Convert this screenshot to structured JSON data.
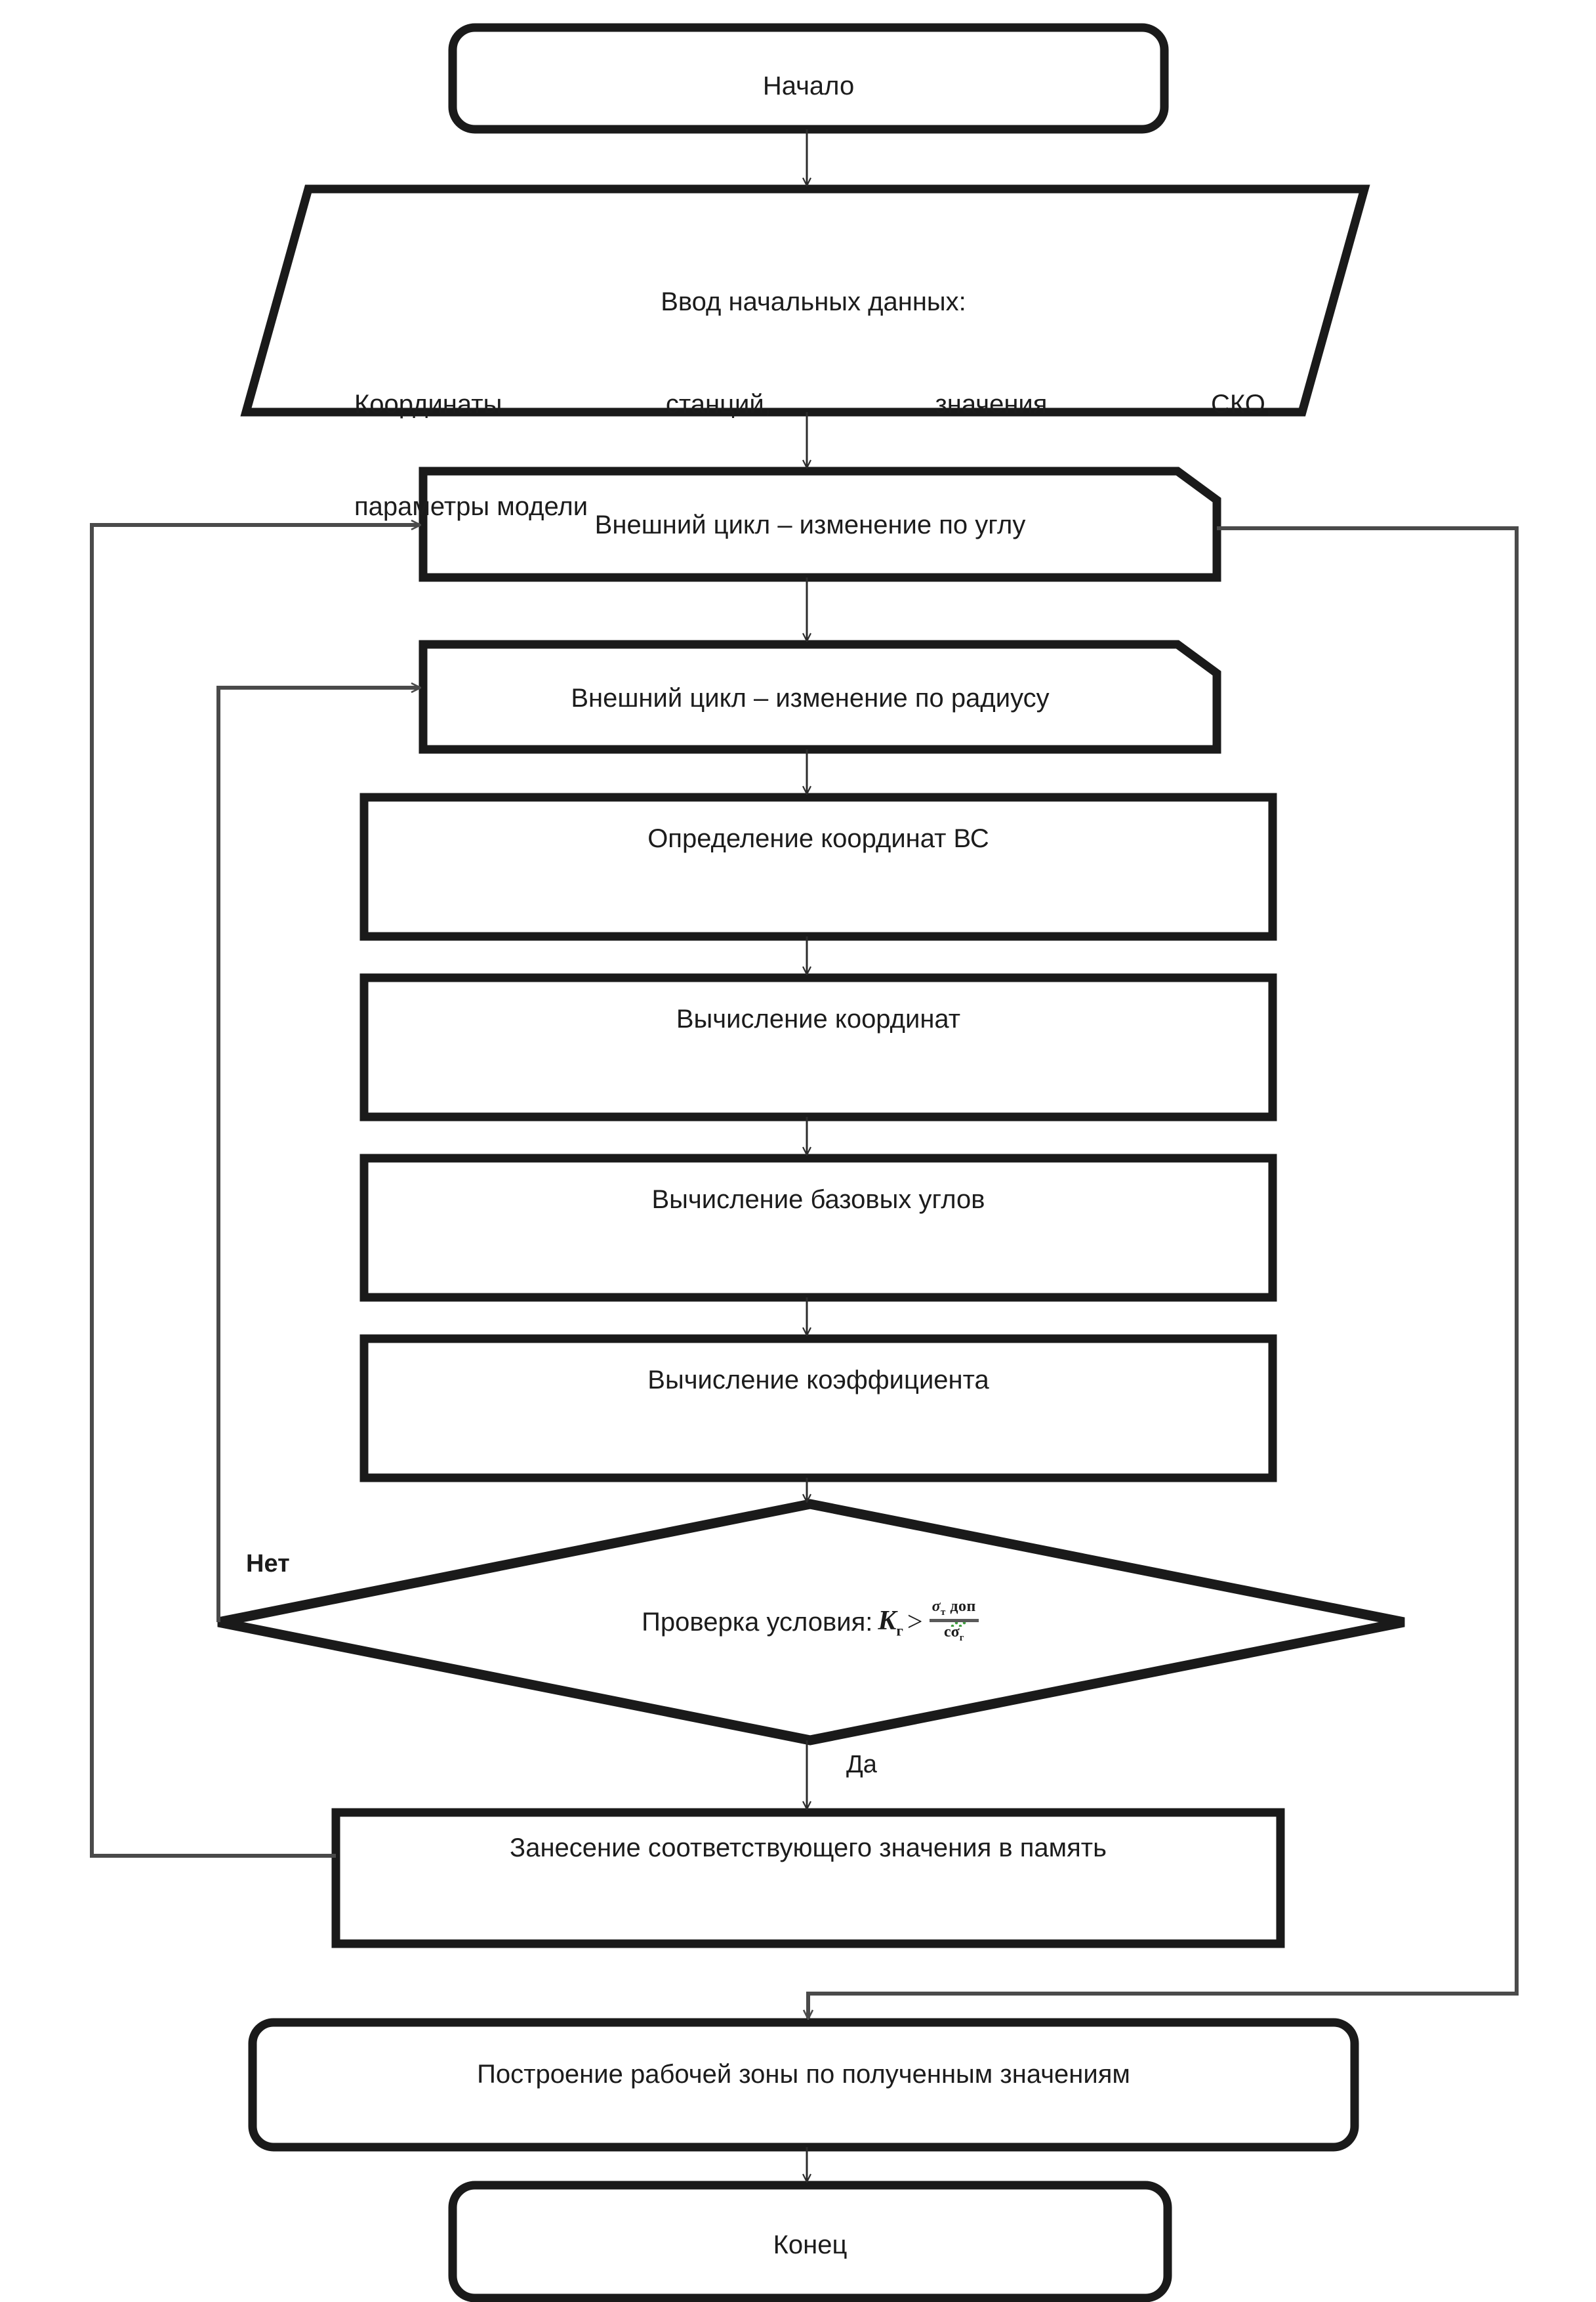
{
  "diagram": {
    "type": "flowchart",
    "language": "ru",
    "orientation": "top-to-bottom",
    "colors": {
      "shape_stroke": "#1a1a1a",
      "shape_fill": "#ffffff",
      "connector_stroke": "#4a4a4a",
      "text": "#1c1c1c",
      "spellcheck_underline": "#3f9e3f"
    }
  },
  "nodes": {
    "start": {
      "shape": "terminator",
      "label": "Начало"
    },
    "input": {
      "shape": "parallelogram",
      "line1": "Ввод начальных данных:",
      "line2": "Координаты станций, значения СКО,",
      "line3": "параметры модели"
    },
    "loop_angle": {
      "shape": "preparation",
      "label": "Внешний цикл – изменение по углу"
    },
    "loop_radius": {
      "shape": "preparation",
      "label": "Внешний цикл – изменение по радиусу"
    },
    "define_coords": {
      "shape": "process",
      "label": "Определение координат ВС"
    },
    "calc_coords": {
      "shape": "process",
      "label": "Вычисление координат"
    },
    "calc_base_angles": {
      "shape": "process",
      "label": "Вычисление базовых углов"
    },
    "calc_coefficient": {
      "shape": "process",
      "label": "Вычисление коэффициента"
    },
    "condition": {
      "shape": "decision",
      "prefix": "Проверка условия:",
      "lhs": "K",
      "lhs_sub": "г",
      "operator": ">",
      "numerator_sym": "σ",
      "numerator_sub": "т",
      "numerator_rest": " доп",
      "denominator_pre": "cσ",
      "denominator_sub": "г"
    },
    "store": {
      "shape": "process",
      "label": "Занесение соответствующего значения в память"
    },
    "build_zone": {
      "shape": "terminator",
      "label": "Построение рабочей зоны по полученным значениям"
    },
    "end": {
      "shape": "terminator",
      "label": "Конец"
    }
  },
  "edges": {
    "yes_label": "Да",
    "no_label": "Нет"
  }
}
